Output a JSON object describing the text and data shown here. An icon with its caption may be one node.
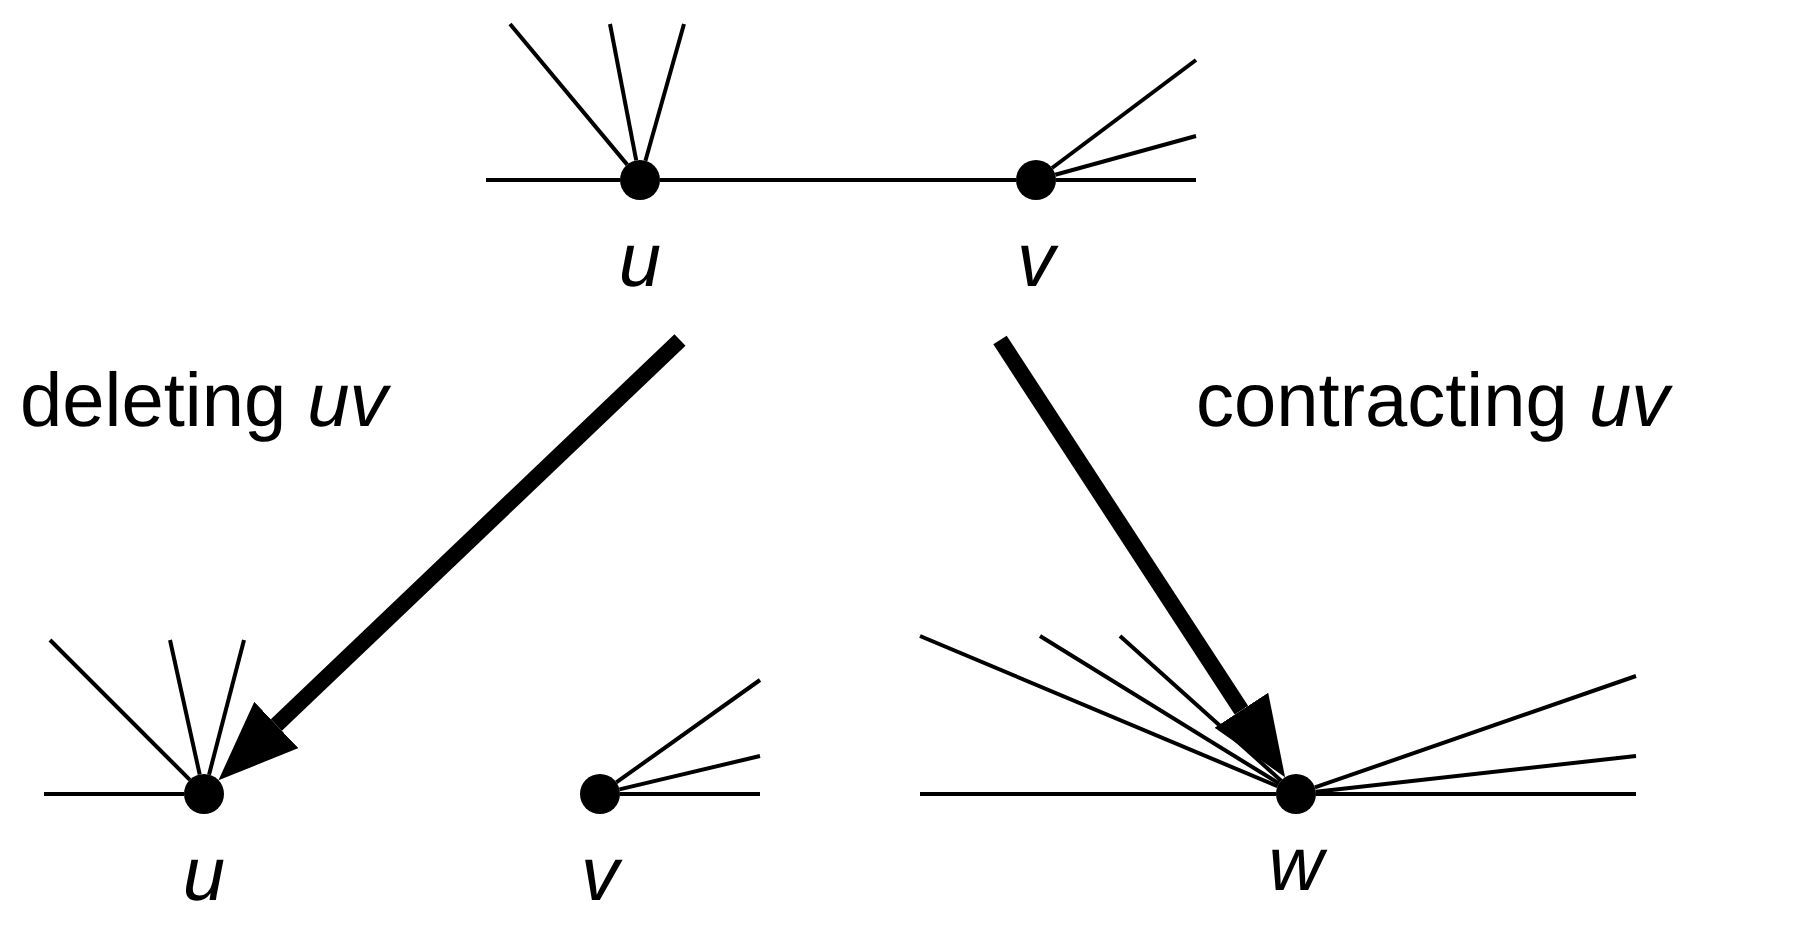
{
  "diagram": {
    "nodes": [
      {
        "text": [],
        "shape": "circle",
        "beside": [
          "u"
        ]
      },
      {
        "text": [],
        "shape": "circle",
        "beside": [
          "v"
        ]
      },
      {
        "text": [],
        "shape": "circle",
        "beside": [
          "u"
        ]
      },
      {
        "text": [],
        "shape": "circle",
        "beside": [
          "v"
        ]
      },
      {
        "text": [],
        "shape": "circle",
        "beside": [
          "w"
        ]
      }
    ],
    "edges": [
      {
        "from": 0,
        "to": 1,
        "arrow": "none"
      },
      {
        "from": 0,
        "to": null,
        "arrow": "none"
      },
      {
        "from": 0,
        "to": null,
        "arrow": "none"
      },
      {
        "from": 0,
        "to": null,
        "arrow": "none"
      },
      {
        "from": 0,
        "to": null,
        "arrow": "none"
      },
      {
        "from": 1,
        "to": null,
        "arrow": "none"
      },
      {
        "from": 1,
        "to": null,
        "arrow": "none"
      },
      {
        "from": 1,
        "to": null,
        "arrow": "none"
      },
      {
        "from": null,
        "to": 2,
        "arrow": "to",
        "label": "deleting *uv*",
        "style": "thick"
      },
      {
        "from": null,
        "to": 4,
        "arrow": "to",
        "label": "contracting *uv*",
        "style": "thick"
      },
      {
        "from": 2,
        "to": null,
        "arrow": "none"
      },
      {
        "from": 2,
        "to": null,
        "arrow": "none"
      },
      {
        "from": 2,
        "to": null,
        "arrow": "none"
      },
      {
        "from": 2,
        "to": null,
        "arrow": "none"
      },
      {
        "from": 3,
        "to": null,
        "arrow": "none"
      },
      {
        "from": 3,
        "to": null,
        "arrow": "none"
      },
      {
        "from": 3,
        "to": null,
        "arrow": "none"
      },
      {
        "from": 4,
        "to": null,
        "arrow": "none"
      },
      {
        "from": 4,
        "to": null,
        "arrow": "none"
      },
      {
        "from": 4,
        "to": null,
        "arrow": "none"
      },
      {
        "from": 4,
        "to": null,
        "arrow": "none"
      },
      {
        "from": 4,
        "to": null,
        "arrow": "none"
      },
      {
        "from": 4,
        "to": null,
        "arrow": "none"
      },
      {
        "from": 4,
        "to": null,
        "arrow": "none"
      }
    ]
  }
}
